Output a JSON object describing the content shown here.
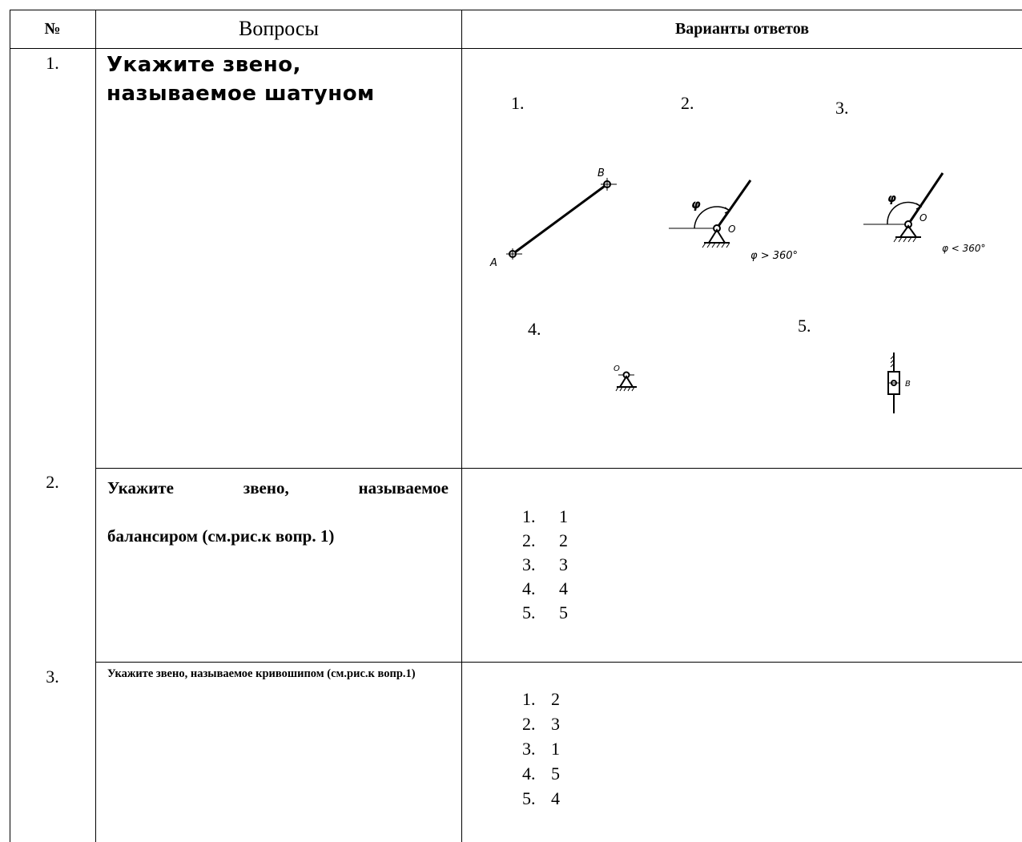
{
  "header": {
    "num": "№",
    "questions": "Вопросы",
    "answers": "Варианты ответов"
  },
  "rows": [
    {
      "num": "1.",
      "question": "Укажите звено, называемое шатуном",
      "figure": {
        "labels": [
          "1.",
          "2.",
          "3.",
          "4.",
          "5."
        ],
        "fig1": {
          "point_a": "A",
          "point_b": "B"
        },
        "fig2": {
          "angle": "φ",
          "pivot": "O",
          "condition": "φ > 360°"
        },
        "fig3": {
          "angle": "φ",
          "pivot": "O",
          "condition": "φ < 360°"
        },
        "fig4": {
          "pivot": "O"
        },
        "fig5": {
          "point": "B"
        }
      }
    },
    {
      "num": "2.",
      "question_words": [
        "Укажите",
        "звено,",
        "называемое"
      ],
      "question_line2": "балансиром (см.рис.к вопр. 1)",
      "options": [
        {
          "n": "1.",
          "v": "1"
        },
        {
          "n": "2.",
          "v": "2"
        },
        {
          "n": "3.",
          "v": "3"
        },
        {
          "n": "4.",
          "v": "4"
        },
        {
          "n": "5.",
          "v": "5"
        }
      ]
    },
    {
      "num": "3.",
      "question": "Укажите звено, называемое кривошипом (см.рис.к вопр.1)",
      "options": [
        {
          "n": "1.",
          "v": "2"
        },
        {
          "n": "2.",
          "v": "3"
        },
        {
          "n": "3.",
          "v": "1"
        },
        {
          "n": "4.",
          "v": "5"
        },
        {
          "n": "5.",
          "v": "4"
        }
      ]
    }
  ]
}
